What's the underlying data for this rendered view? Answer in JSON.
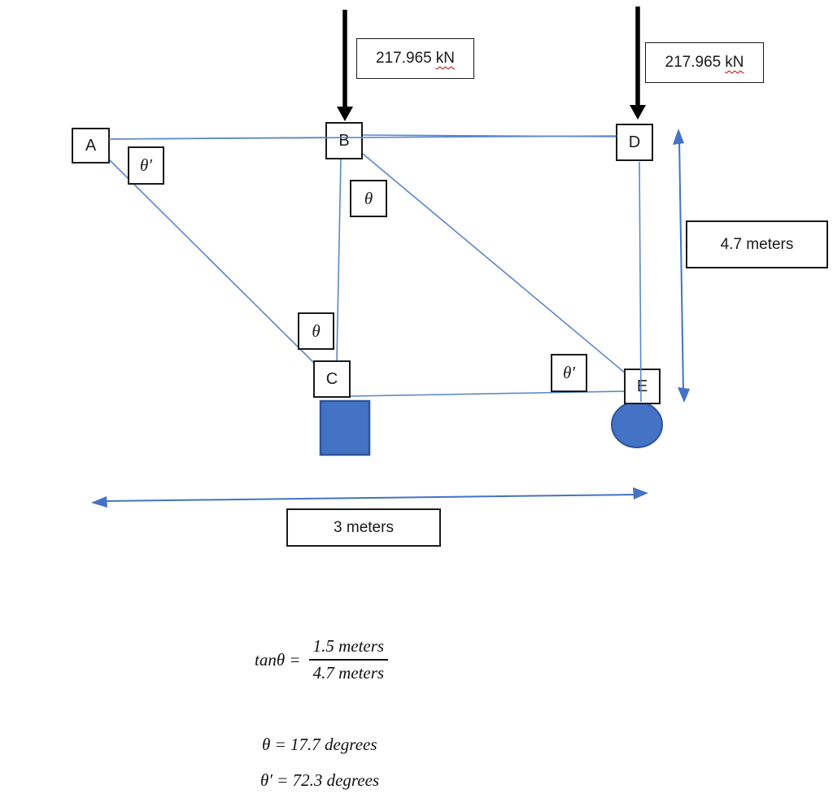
{
  "diagram": {
    "nodes": {
      "A": "A",
      "B": "B",
      "C": "C",
      "D": "D",
      "E": "E"
    },
    "angles": {
      "theta": "θ",
      "theta_prime": "θ′"
    },
    "forces": {
      "left": {
        "value": "217.965",
        "unit": "kN"
      },
      "right": {
        "value": "217.965",
        "unit": "kN"
      }
    },
    "dimensions": {
      "vertical": "4.7 meters",
      "horizontal": "3 meters"
    }
  },
  "equations": {
    "tan_lhs": "tanθ =",
    "numerator": "1.5 meters",
    "denominator": "4.7 meters",
    "theta_result": "θ = 17.7 degrees",
    "theta_prime_result": "θ′ = 72.3 degrees"
  },
  "colors": {
    "member_line": "#5b87c9",
    "dimension_arrow": "#4472c4",
    "support_fill": "#4472c4",
    "support_border": "#2f5597",
    "force_arrow": "#000000",
    "spellcheck_underline": "#c00000"
  }
}
